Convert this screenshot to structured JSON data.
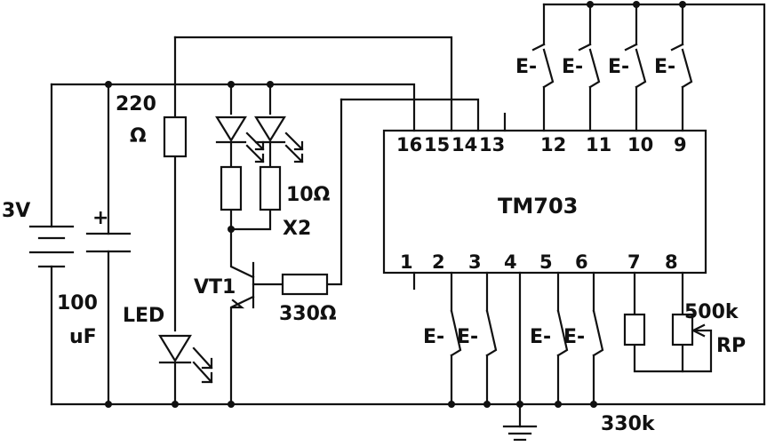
{
  "ic": {
    "name": "TM703",
    "top_pins": [
      "16",
      "15",
      "14",
      "13",
      "12",
      "11",
      "10",
      "9"
    ],
    "bottom_pins": [
      "1",
      "2",
      "3",
      "4",
      "5",
      "6",
      "7",
      "8"
    ]
  },
  "labels": {
    "battery": "3V",
    "capacitor_value": "100",
    "capacitor_unit": "uF",
    "r1_value": "220",
    "r1_unit": "Ω",
    "led_resistors": "10Ω",
    "led_resistors_count": "X2",
    "transistor": "VT1",
    "base_resistor": "330Ω",
    "indicator_led": "LED",
    "pot_value": "500k",
    "pot_name": "RP",
    "bottom_resistor": "330k",
    "cap_polarity": "+"
  },
  "switch_glyph": "E-"
}
